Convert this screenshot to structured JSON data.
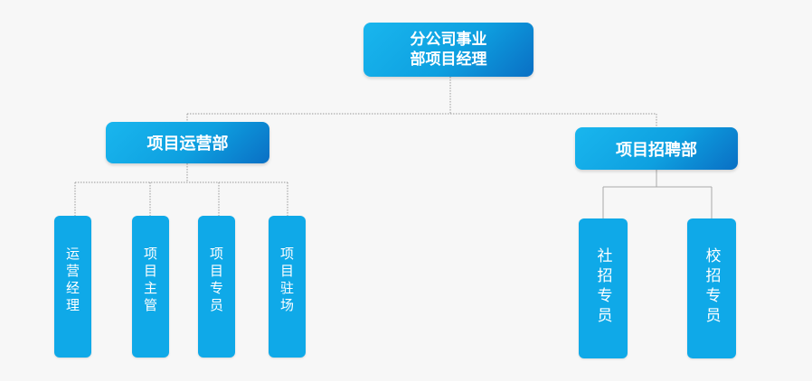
{
  "top": {
    "label": "分公司事业\n部项目经理"
  },
  "departments": [
    {
      "label": "项目运营部"
    },
    {
      "label": "项目招聘部"
    }
  ],
  "ops_roles": [
    {
      "label": "运营经理"
    },
    {
      "label": "项目主管"
    },
    {
      "label": "项目专员"
    },
    {
      "label": "项目驻场"
    }
  ],
  "rec_roles": [
    {
      "label": "社招专员"
    },
    {
      "label": "校招专员"
    }
  ],
  "colors": {
    "node": "#0fa9e8",
    "node_dark": "#0a6fc4",
    "connector": "#999999",
    "background": "#f7f7f7"
  }
}
